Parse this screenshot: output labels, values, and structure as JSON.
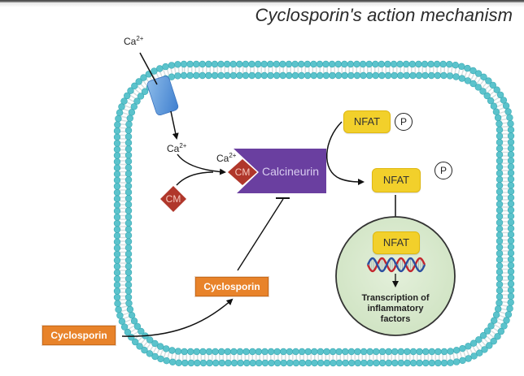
{
  "title": "Cyclosporin's action mechanism",
  "labels": {
    "ca_outside": "Ca",
    "ca_outside_charge": "2+",
    "ca_inside": "Ca",
    "ca_inside_charge": "2+",
    "ca_bound": "Ca",
    "ca_bound_charge": "2+",
    "cm_free": "CM",
    "cm_bound": "CM",
    "calcineurin": "Calcineurin",
    "nfat_phosphorylated": "NFAT",
    "phosphate_attached": "P",
    "nfat_dephosphorylated": "NFAT",
    "phosphate_released": "P",
    "nfat_nucleus": "NFAT",
    "transcription_line1": "Transcription of",
    "transcription_line2": "inflammatory",
    "transcription_line3": "factors",
    "cyclosporin_outside": "Cyclosporin",
    "cyclosporin_inside": "Cyclosporin"
  },
  "colors": {
    "membrane_head": "#5bc3cc",
    "membrane_head_stroke": "#3aa9b3",
    "channel": "#5b95d6",
    "calcineurin": "#6a3fa0",
    "cm": "#b0372b",
    "nfat": "#f2d02b",
    "nucleus_fill": "#dcebd2",
    "cyclosporin": "#e8832a",
    "dna_red": "#c4262e",
    "dna_blue": "#2b4fa0"
  }
}
